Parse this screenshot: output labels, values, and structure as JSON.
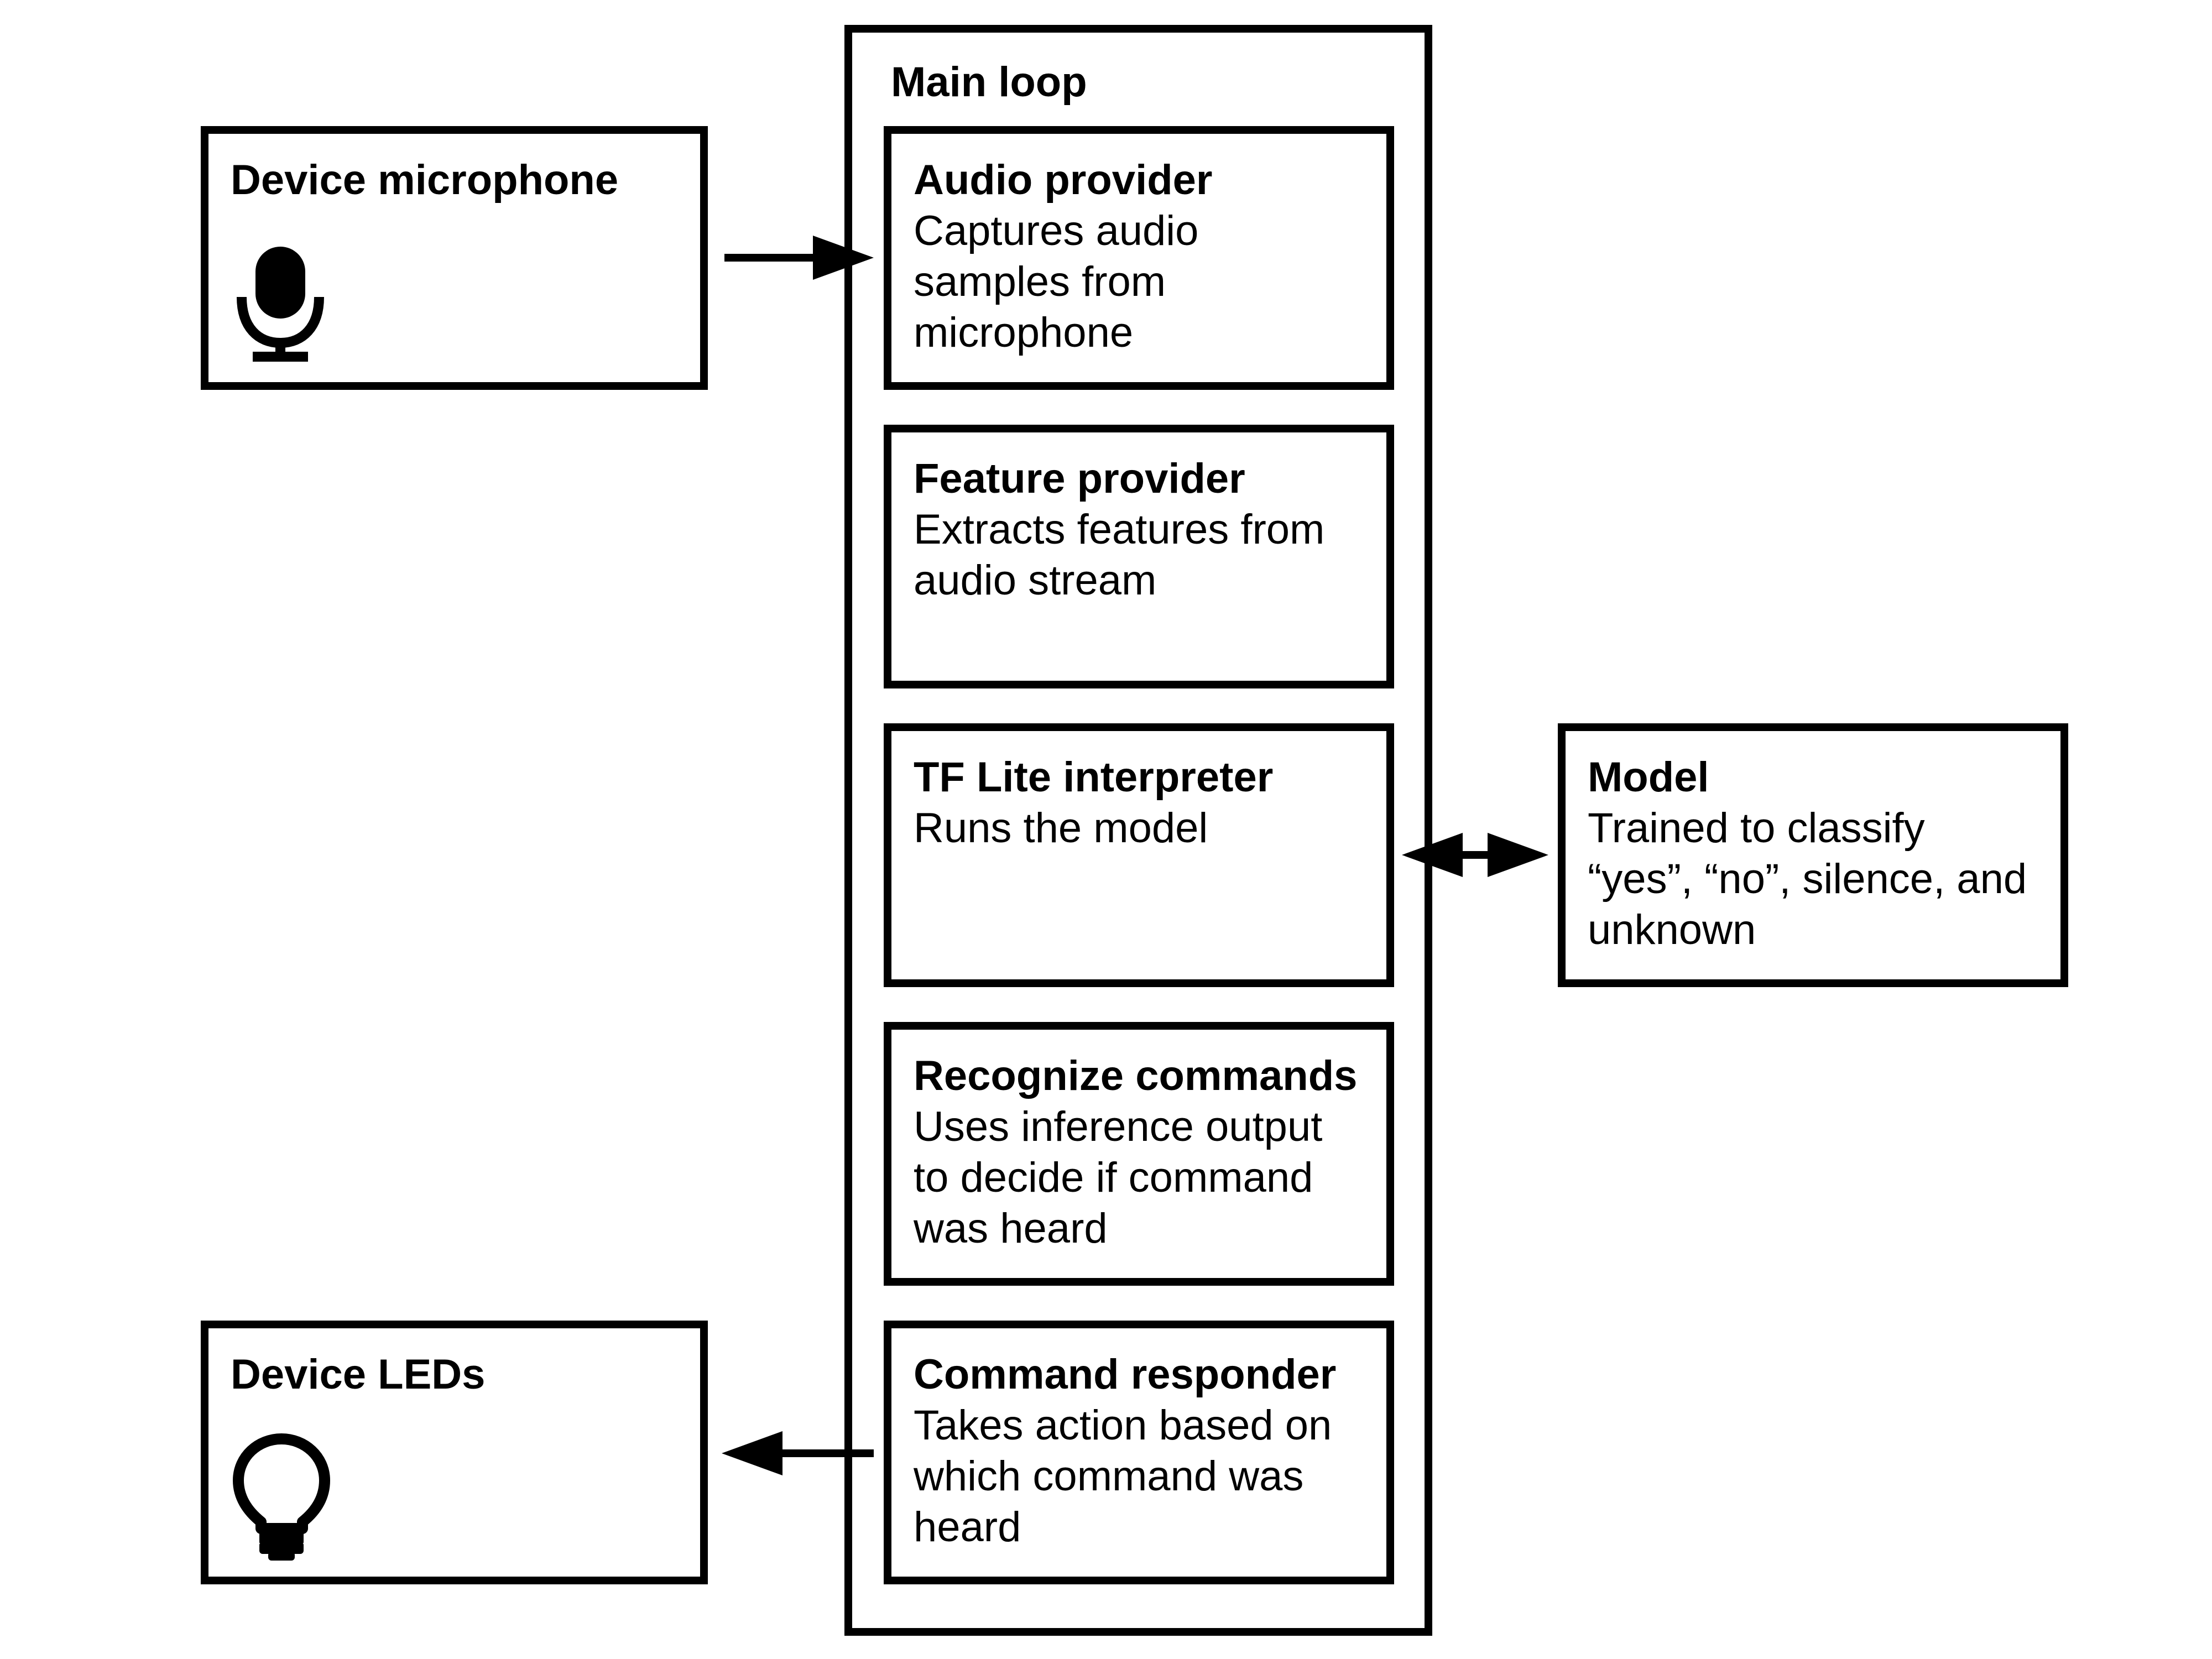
{
  "main_loop": {
    "title": "Main loop",
    "stages": [
      {
        "title": "Audio provider",
        "description": "Captures audio\nsamples from\nmicrophone"
      },
      {
        "title": "Feature provider",
        "description": "Extracts features from\naudio stream"
      },
      {
        "title": "TF Lite interpreter",
        "description": "Runs the model"
      },
      {
        "title": "Recognize commands",
        "description": "Uses inference output\nto decide if command\nwas heard"
      },
      {
        "title": "Command responder",
        "description": "Takes action based on\nwhich command was\nheard"
      }
    ]
  },
  "device_microphone": {
    "title": "Device microphone",
    "icon": "microphone-icon"
  },
  "device_leds": {
    "title": "Device LEDs",
    "icon": "lightbulb-icon"
  },
  "model": {
    "title": "Model",
    "description": "Trained to classify\n“yes”, “no”, silence, and\nunknown"
  },
  "colors": {
    "stroke": "#000000",
    "background": "#ffffff"
  }
}
